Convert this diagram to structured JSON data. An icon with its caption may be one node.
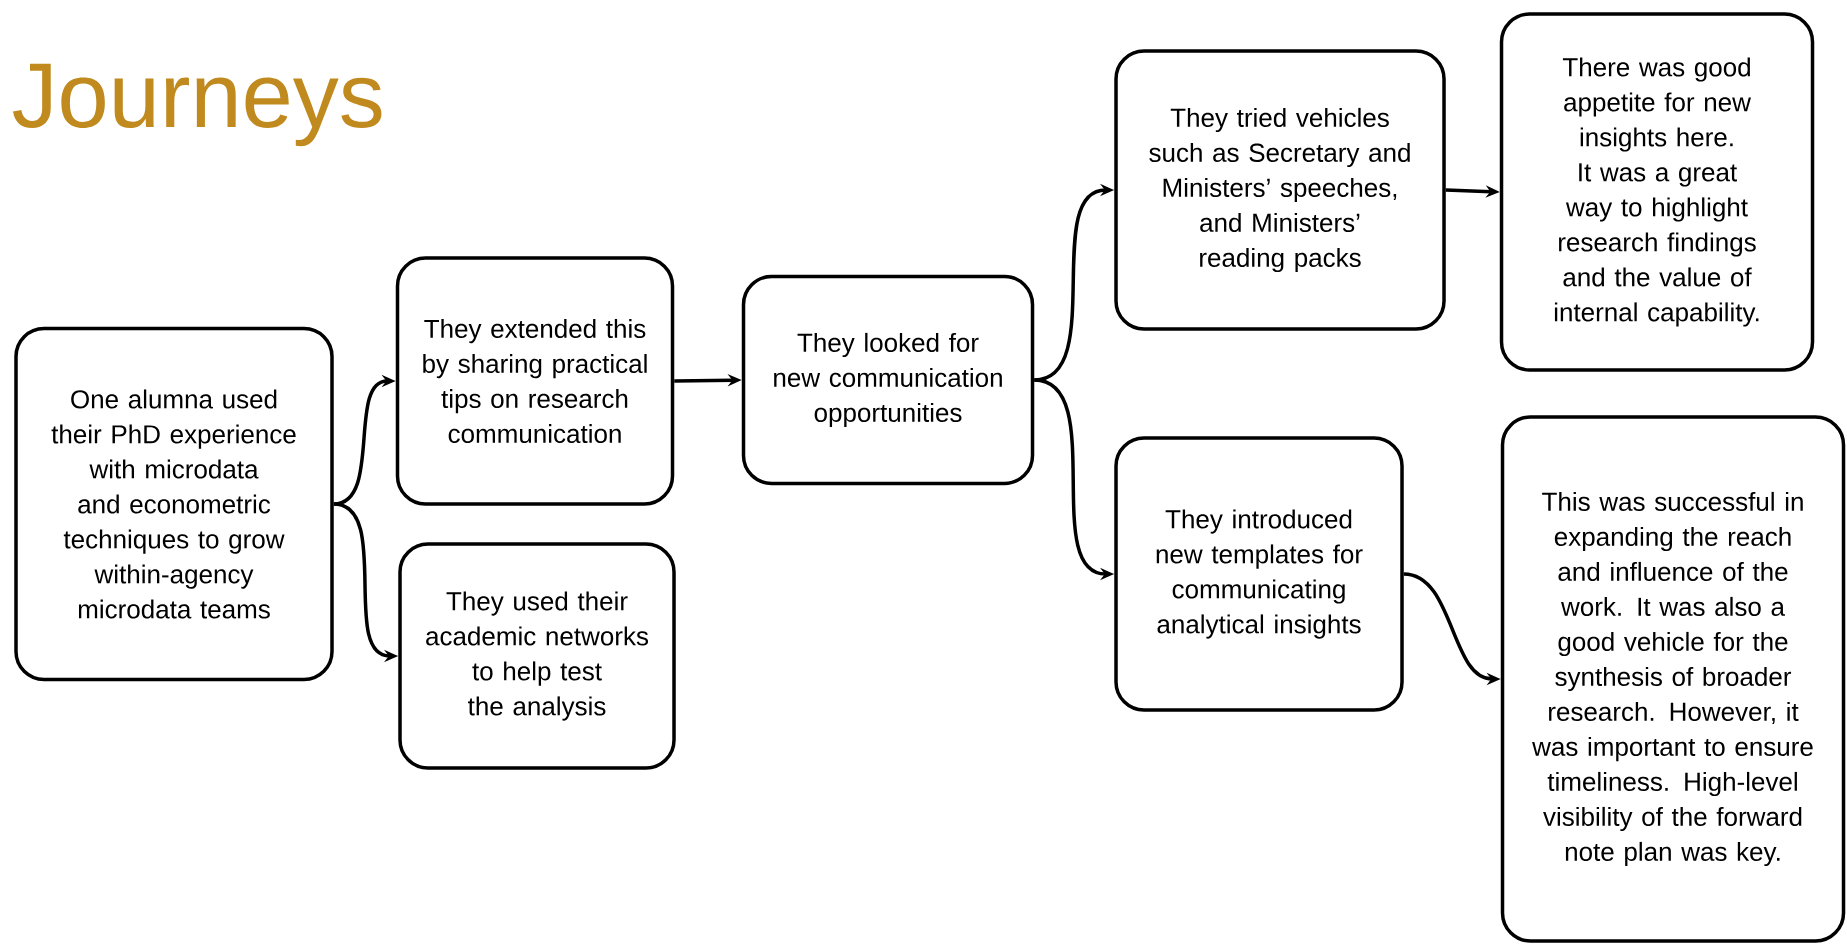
{
  "diagram": {
    "title": "Journeys",
    "nodes": [
      {
        "text": [
          "One alumna used their PhD experience with microdata and econometric techniques to grow within-agency microdata teams"
        ]
      },
      {
        "text": [
          "They extended this by sharing practical tips on research communication"
        ]
      },
      {
        "text": [
          "They used their academic networks to help test the analysis"
        ]
      },
      {
        "text": [
          "They looked for new communication opportunities"
        ]
      },
      {
        "text": [
          "They tried vehicles such as Secretary and Ministers’ speeches, and Ministers’ reading packs"
        ]
      },
      {
        "text": [
          "There was good appetite for new insights here. It was a great way to highlight research findings and the value of internal capability."
        ]
      },
      {
        "text": [
          "They introduced new templates for communicating analytical insights"
        ]
      },
      {
        "text": [
          "This was successful in expanding the reach and influence of the work. It was also a good vehicle for the synthesis of broader research. However, it was important to ensure timeliness. High-level visibility of the forward note plan was key."
        ]
      }
    ],
    "edges": [
      {
        "from": 0,
        "to": 1,
        "arrow": "to"
      },
      {
        "from": 0,
        "to": 2,
        "arrow": "to"
      },
      {
        "from": 1,
        "to": 3,
        "arrow": "to"
      },
      {
        "from": 3,
        "to": 4,
        "arrow": "to"
      },
      {
        "from": 3,
        "to": 6,
        "arrow": "to"
      },
      {
        "from": 4,
        "to": 5,
        "arrow": "to"
      },
      {
        "from": 6,
        "to": 7,
        "arrow": "to"
      }
    ]
  }
}
